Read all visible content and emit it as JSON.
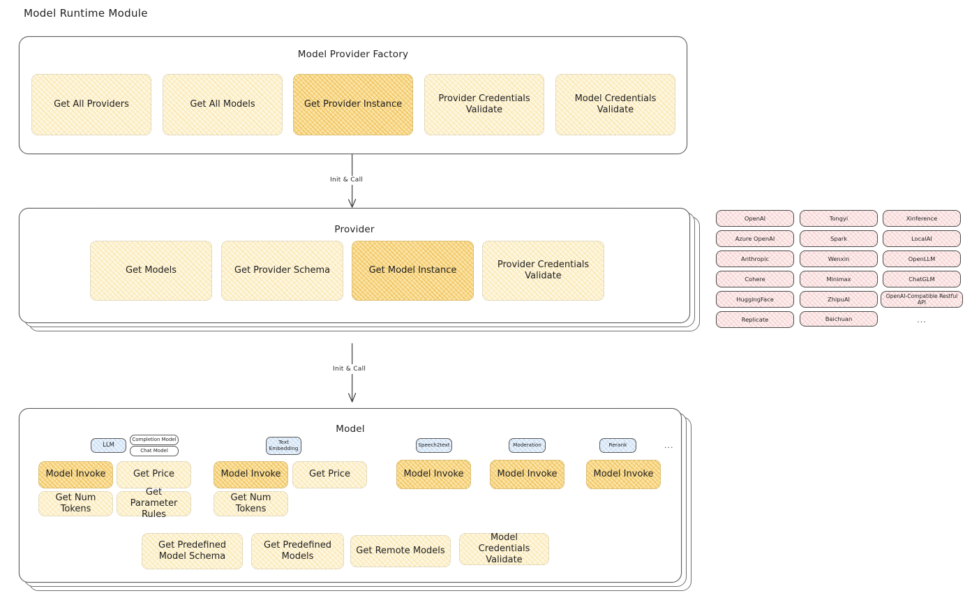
{
  "page": {
    "title": "Model Runtime Module"
  },
  "colors": {
    "node_light_fill": "#fdf6e0",
    "node_strong_fill": "#fbe4a8",
    "pill_fill": "#fdeeee",
    "badge_blue_fill": "#e9f2fb",
    "stroke": "#5c5c5c",
    "text": "#1e1e1e"
  },
  "factory": {
    "title": "Model Provider Factory",
    "nodes": [
      {
        "label": "Get All Providers",
        "highlight": false
      },
      {
        "label": "Get All Models",
        "highlight": false
      },
      {
        "label": "Get Provider Instance",
        "highlight": true
      },
      {
        "label": "Provider Credentials Validate",
        "highlight": false
      },
      {
        "label": "Model Credentials Validate",
        "highlight": false
      }
    ]
  },
  "arrows": [
    {
      "label": "Init & Call",
      "from": "Model Provider Factory",
      "to": "Provider"
    },
    {
      "label": "Init & Call",
      "from": "Provider",
      "to": "Model"
    }
  ],
  "provider": {
    "title": "Provider",
    "nodes": [
      {
        "label": "Get Models",
        "highlight": false
      },
      {
        "label": "Get Provider Schema",
        "highlight": false
      },
      {
        "label": "Get Model Instance",
        "highlight": true
      },
      {
        "label": "Provider Credentials Validate",
        "highlight": false
      }
    ]
  },
  "provider_list": {
    "columns": [
      [
        "OpenAI",
        "Azure OpenAI",
        "Anthropic",
        "Cohere",
        "HuggingFace",
        "Replicate"
      ],
      [
        "Tongyi",
        "Spark",
        "Wenxin",
        "Minimax",
        "ZhipuAI",
        "Baichuan"
      ],
      [
        "Xinference",
        "LocalAI",
        "OpenLLM",
        "ChatGLM",
        "OpenAI-Compatible Restful API"
      ]
    ],
    "more_indicator": "..."
  },
  "model": {
    "title": "Model",
    "more_indicator": "...",
    "types": [
      {
        "badge": "LLM",
        "sub_badges": [
          "Completion Model",
          "Chat Model"
        ],
        "nodes": [
          {
            "label": "Model Invoke",
            "highlight": true
          },
          {
            "label": "Get Price",
            "highlight": false
          },
          {
            "label": "Get Num Tokens",
            "highlight": false
          },
          {
            "label": "Get Parameter Rules",
            "highlight": false
          }
        ]
      },
      {
        "badge": "Text Embedding",
        "sub_badges": [],
        "nodes": [
          {
            "label": "Model Invoke",
            "highlight": true
          },
          {
            "label": "Get Price",
            "highlight": false
          },
          {
            "label": "Get Num Tokens",
            "highlight": false
          }
        ]
      },
      {
        "badge": "Speech2text",
        "sub_badges": [],
        "nodes": [
          {
            "label": "Model Invoke",
            "highlight": true
          }
        ]
      },
      {
        "badge": "Moderation",
        "sub_badges": [],
        "nodes": [
          {
            "label": "Model Invoke",
            "highlight": true
          }
        ]
      },
      {
        "badge": "Rerank",
        "sub_badges": [],
        "nodes": [
          {
            "label": "Model Invoke",
            "highlight": true
          }
        ]
      }
    ],
    "common_nodes": [
      {
        "label": "Get Predefined Model Schema"
      },
      {
        "label": "Get Predefined Models"
      },
      {
        "label": "Get Remote Models"
      },
      {
        "label": "Model Credentials Validate"
      }
    ]
  }
}
